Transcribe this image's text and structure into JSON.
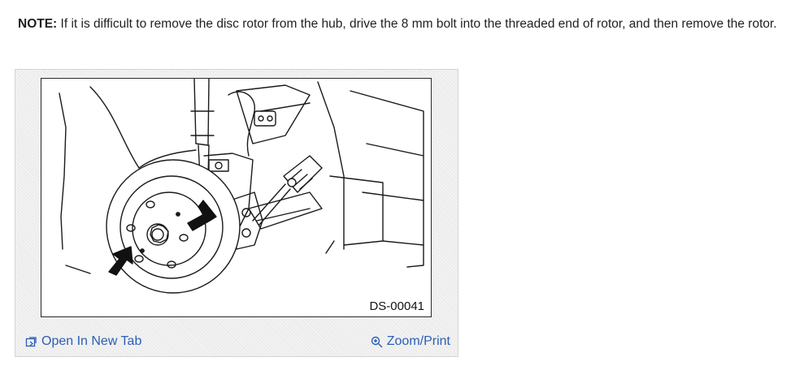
{
  "note": {
    "label": "NOTE:",
    "text": " If it is difficult to remove the disc rotor from the hub, drive the 8 mm bolt into the threaded end of rotor, and then remove the rotor."
  },
  "figure": {
    "code": "DS-00041"
  },
  "actions": {
    "open_new_tab": {
      "label": "Open In New Tab",
      "icon": "open-new-tab-icon"
    },
    "zoom_print": {
      "label": "Zoom/Print",
      "icon": "zoom-icon"
    }
  },
  "colors": {
    "link": "#2b5fb6",
    "panel": "#ececec"
  }
}
